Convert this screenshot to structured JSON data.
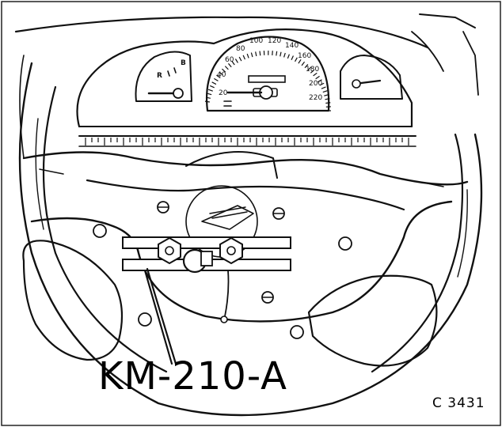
{
  "figure": {
    "tool_label": "KM-210-A",
    "figure_number": "C 3431"
  },
  "speedometer": {
    "scale_labels": [
      "20",
      "40",
      "60",
      "80",
      "100",
      "120",
      "140",
      "160",
      "180",
      "200",
      "220"
    ]
  },
  "fuel_gauge": {
    "marks": [
      "R",
      "B"
    ]
  }
}
